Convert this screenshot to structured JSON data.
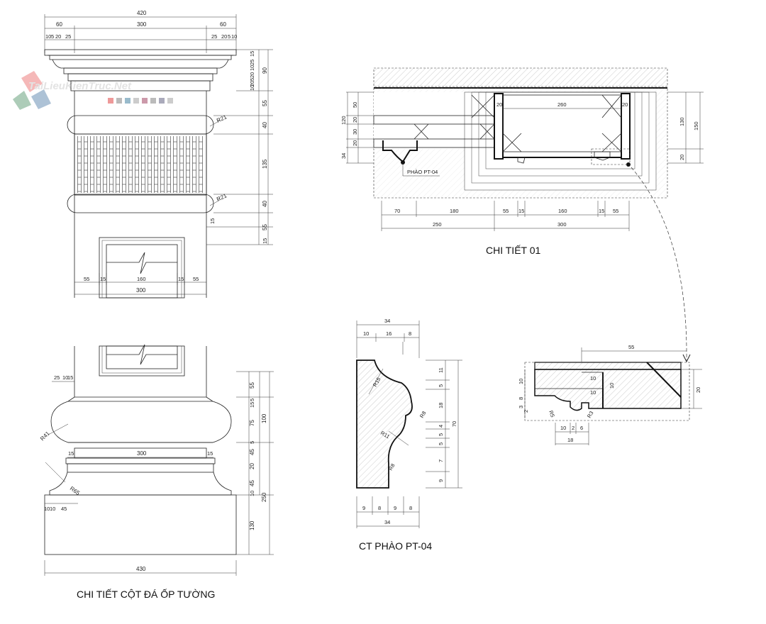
{
  "watermark": {
    "text": "TaiLieuKienTruc.Net"
  },
  "captions": {
    "column": "CHI TIẾT CỘT ĐÁ ỐP TƯỜNG",
    "detail01": "CHI TIẾT 01",
    "pt04": "CT PHÀO PT-04",
    "pt04_callout": "PHÀO PT-04"
  },
  "capital": {
    "top_width": "420",
    "top_parts": [
      "60",
      "300",
      "60"
    ],
    "left_small": [
      "10",
      "5",
      "20",
      "25"
    ],
    "right_small": [
      "25",
      "20",
      "5",
      "10"
    ],
    "right_dims": [
      "15",
      "25",
      "10",
      "20",
      "5",
      "20",
      "10",
      "90",
      "55",
      "40",
      "135",
      "40",
      "15",
      "55",
      "15"
    ],
    "radii": [
      "R21",
      "R21"
    ],
    "bottom_parts": [
      "55",
      "15",
      "160",
      "15",
      "55"
    ],
    "bottom_total": "300"
  },
  "base": {
    "left_dims": [
      "25",
      "10",
      "15"
    ],
    "right_dims": [
      "55",
      "5",
      "15",
      "75",
      "100",
      "5",
      "45",
      "20",
      "45",
      "10",
      "250",
      "130"
    ],
    "plinth_parts": [
      "15",
      "300",
      "15"
    ],
    "radii": [
      "R41",
      "R65"
    ],
    "plinth_small": [
      "10",
      "10",
      "45"
    ],
    "bottom_total": "430"
  },
  "detail01": {
    "left_dims": [
      "120",
      "50",
      "20",
      "30",
      "20",
      "34"
    ],
    "inner_dims": [
      "20",
      "260",
      "20"
    ],
    "right_dims": [
      "130",
      "150",
      "20"
    ],
    "bottom_row1": [
      "70",
      "180",
      "55",
      "15",
      "160",
      "15",
      "55"
    ],
    "bottom_row2": [
      "250",
      "300"
    ]
  },
  "pt04": {
    "top_total": "34",
    "top_parts": [
      "10",
      "16",
      "8"
    ],
    "right_dims": [
      "11",
      "5",
      "18",
      "4",
      "5",
      "5",
      "7",
      "9"
    ],
    "overall": "70",
    "radii": [
      "R15",
      "R8",
      "R11",
      "R8"
    ],
    "bottom_parts": [
      "9",
      "8",
      "9",
      "8"
    ],
    "bottom_total": "34"
  },
  "enlarged": {
    "top": "55",
    "inner_dims": [
      "10",
      "10",
      "10"
    ],
    "left_dims": [
      "10",
      "8",
      "3",
      "2"
    ],
    "right_dim": "20",
    "radii": [
      "R5",
      "R3"
    ],
    "bottom_parts": [
      "10",
      "2",
      "6"
    ],
    "bottom_total": "18"
  }
}
